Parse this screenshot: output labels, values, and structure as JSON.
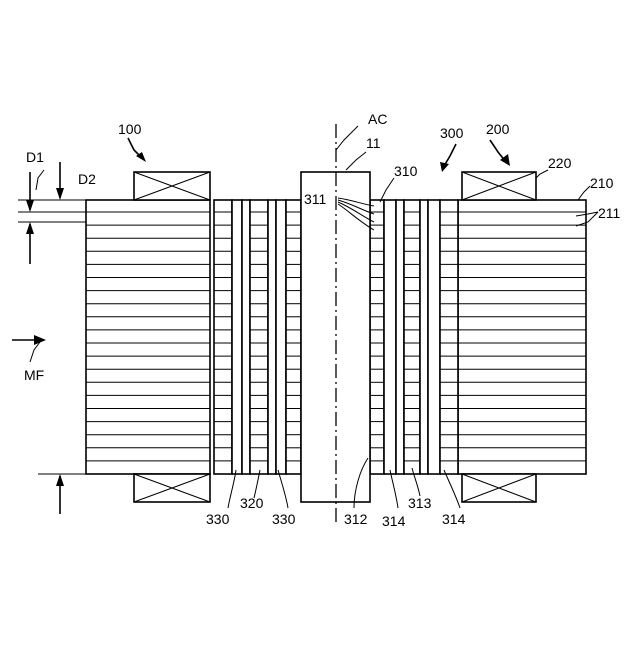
{
  "labels": {
    "ac": "AC",
    "l11": "11",
    "l100": "100",
    "l200": "200",
    "l300": "300",
    "l310": "310",
    "l220": "220",
    "l210": "210",
    "l211": "211",
    "l311": "311",
    "d1": "D1",
    "d2": "D2",
    "mf": "MF",
    "l330a": "330",
    "l320": "320",
    "l330b": "330",
    "l312": "312",
    "l314a": "314",
    "l313": "313",
    "l314b": "314"
  }
}
